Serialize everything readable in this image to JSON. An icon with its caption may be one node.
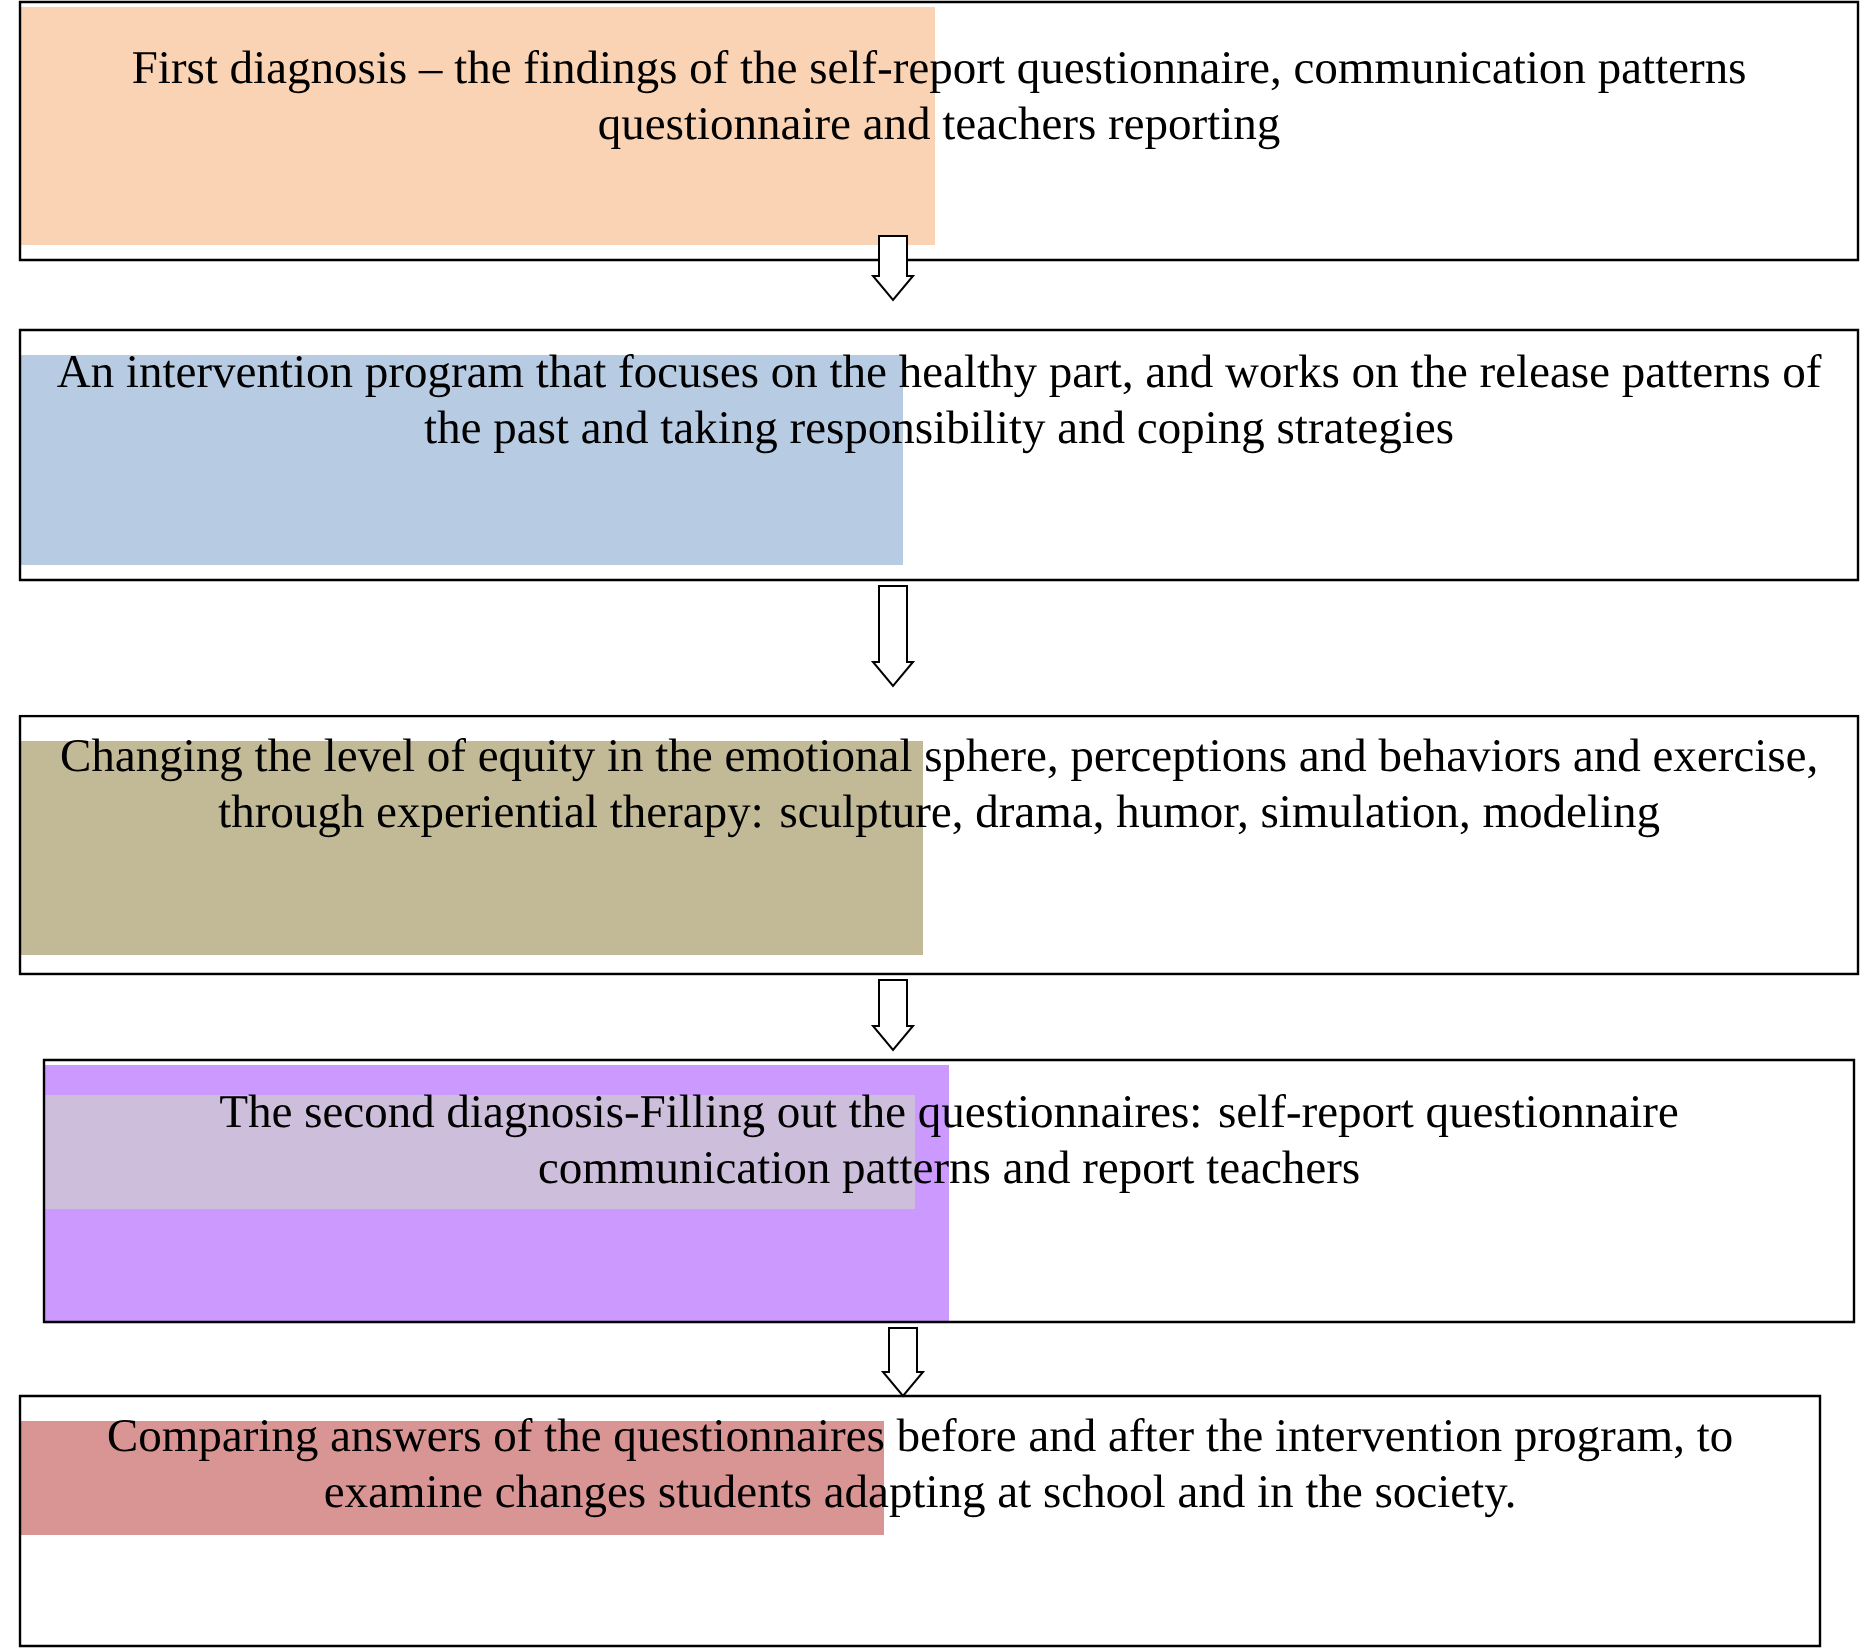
{
  "diagram": {
    "nodes": [
      {
        "text": [
          "First diagnosis – the findings of the self-report questionnaire, communication patterns questionnaire and teachers reporting"
        ]
      },
      {
        "text": [
          "An intervention program that focuses on the healthy part, and works on the release patterns of the past and taking responsibility and coping strategies"
        ]
      },
      {
        "text": [
          "Changing the level of equity in the emotional sphere, perceptions and behaviors and exercise, through experiential therapy: sculpture, drama, humor, simulation, modeling"
        ]
      },
      {
        "text": [
          "The second diagnosis-Filling out the questionnaires: self-report questionnaire communication patterns and report teachers"
        ]
      },
      {
        "text": [
          "Comparing answers of the questionnaires before and after the intervention program, to examine changes students adapting at school and in the society."
        ]
      }
    ],
    "edges": [
      {
        "from": 0,
        "to": 1,
        "arrow": "to"
      },
      {
        "from": 1,
        "to": 2,
        "arrow": "to"
      },
      {
        "from": 2,
        "to": 3,
        "arrow": "to"
      },
      {
        "from": 3,
        "to": 4,
        "arrow": "to"
      }
    ]
  }
}
